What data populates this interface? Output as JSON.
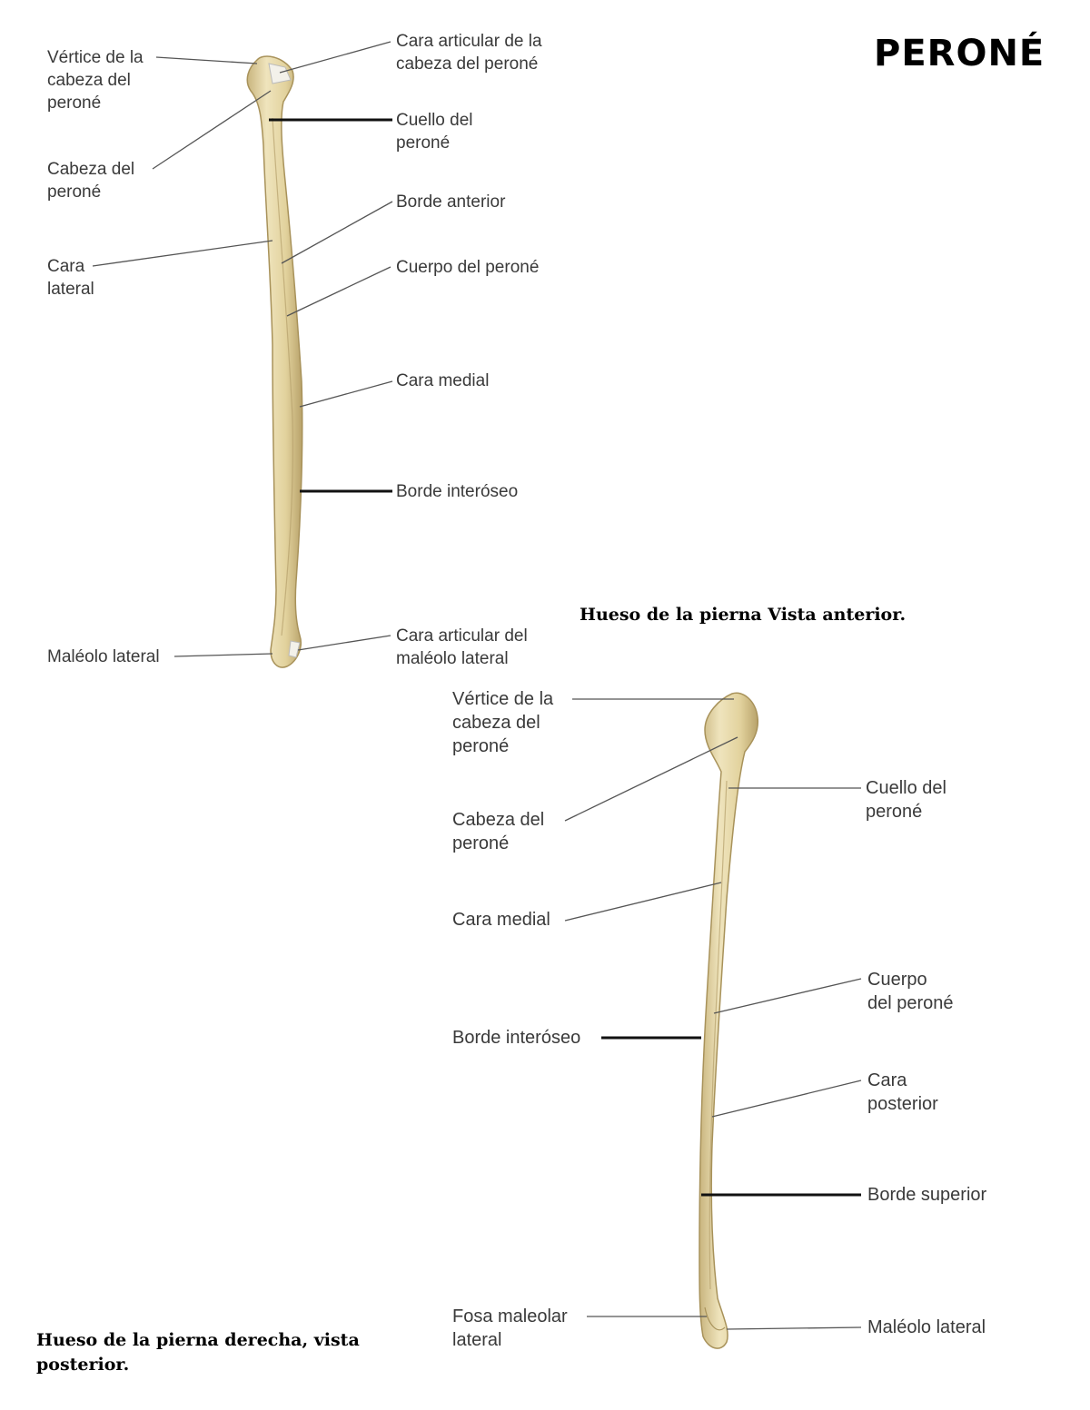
{
  "title": "PERONÉ",
  "anterior": {
    "caption": "Hueso de la pierna Vista anterior.",
    "labels": {
      "vertice": "Vértice de la\ncabeza del\nperoné",
      "cabeza": "Cabeza del\nperoné",
      "cara_lateral": "Cara\nlateral",
      "maleolo_lateral": "Maléolo lateral",
      "cara_articular_cabeza": "Cara articular de la\ncabeza del peroné",
      "cuello": "Cuello del\nperoné",
      "borde_anterior": "Borde anterior",
      "cuerpo": "Cuerpo del peroné",
      "cara_medial": "Cara medial",
      "borde_interoseo": "Borde interóseo",
      "cara_articular_maleolo": "Cara articular del\nmaléolo lateral"
    }
  },
  "posterior": {
    "caption": "Hueso de la pierna derecha, vista\nposterior.",
    "labels": {
      "vertice": "Vértice de la\ncabeza del\nperoné",
      "cabeza": "Cabeza del\nperoné",
      "cara_medial": "Cara medial",
      "borde_interoseo": "Borde interóseo",
      "fosa_maleolar": "Fosa maleolar\nlateral",
      "cuello": "Cuello del\nperoné",
      "cuerpo": "Cuerpo\ndel peroné",
      "cara_posterior": "Cara\nposterior",
      "borde_superior": "Borde superior",
      "maleolo_lateral": "Maléolo lateral"
    }
  },
  "colors": {
    "bone_fill": "#e9dcae",
    "bone_shade": "#c9b57e",
    "bone_outline": "#a8925a",
    "leader": "#555555"
  }
}
